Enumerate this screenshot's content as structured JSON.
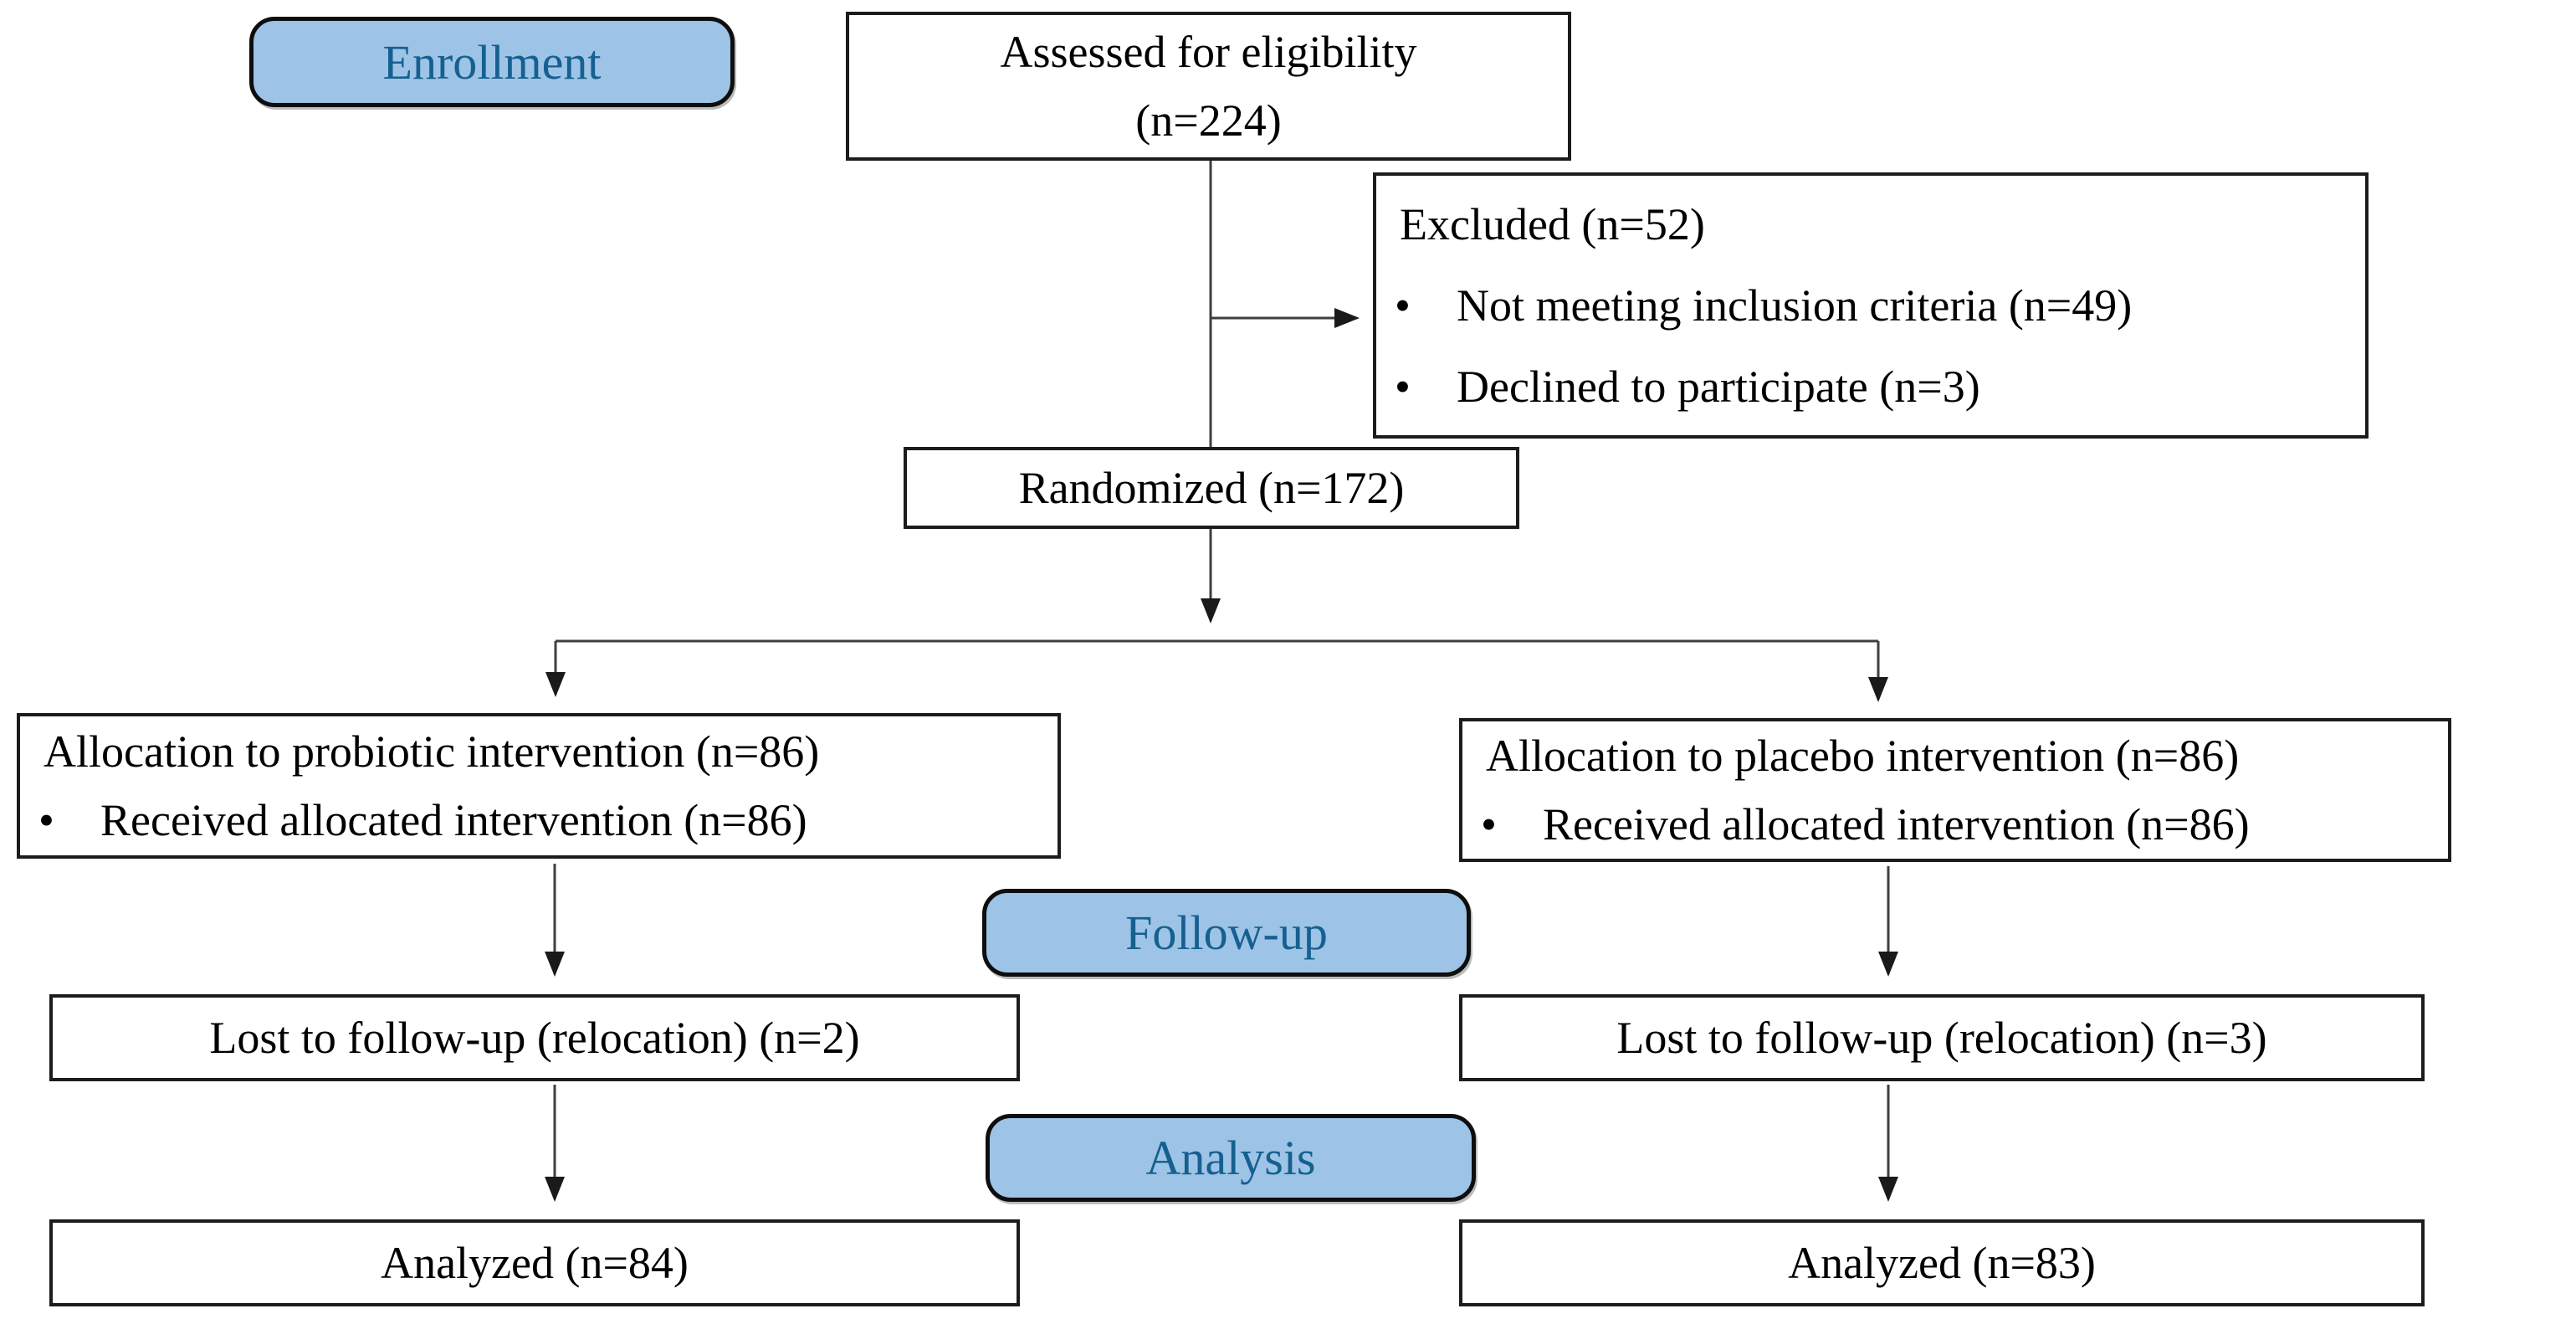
{
  "diagram": {
    "bullet_glyph": "•",
    "stages": {
      "enrollment_label": "Enrollment",
      "followup_label": "Follow-up",
      "analysis_label": "Analysis"
    },
    "boxes": {
      "assessed": {
        "line1": "Assessed for eligibility",
        "line2": "(n=224)"
      },
      "excluded": {
        "title": "Excluded (n=52)",
        "bullets": [
          "Not meeting inclusion criteria (n=49)",
          "Declined to participate (n=3)"
        ]
      },
      "randomized": {
        "text": "Randomized (n=172)"
      },
      "alloc_probiotic": {
        "line1": "Allocation to probiotic intervention (n=86)",
        "bullet": "Received allocated intervention (n=86)"
      },
      "alloc_placebo": {
        "line1": "Allocation to placebo intervention (n=86)",
        "bullet": "Received allocated intervention (n=86)"
      },
      "lost_probiotic": {
        "text": "Lost to follow-up (relocation) (n=2)"
      },
      "lost_placebo": {
        "text": "Lost to follow-up (relocation) (n=3)"
      },
      "analyzed_probiotic": {
        "text": "Analyzed (n=84)"
      },
      "analyzed_placebo": {
        "text": "Analyzed (n=83)"
      }
    },
    "colors": {
      "stage_fill": "#9DC3E6",
      "stage_text": "#156090",
      "box_border": "#1c1c1c",
      "connector": "#3f3f3f"
    }
  }
}
